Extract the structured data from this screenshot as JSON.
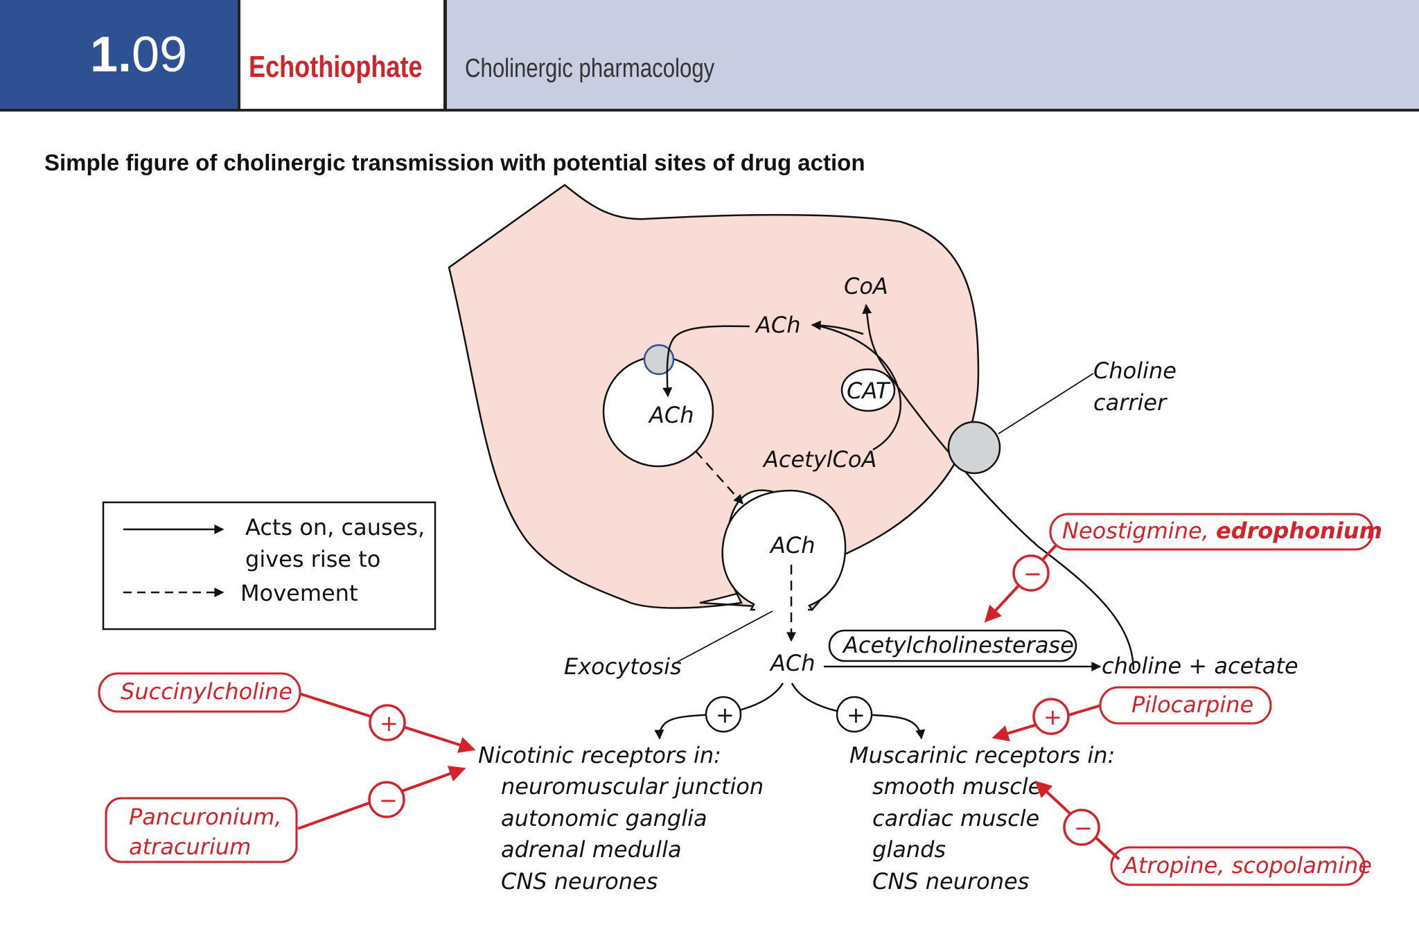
{
  "header": {
    "number_major": "1.",
    "number_minor": "09",
    "drug": "Echothiophate",
    "category": "Cholinergic pharmacology"
  },
  "subtitle": "Simple figure of cholinergic transmission with potential sites of drug action",
  "colors": {
    "header_blue": "#2d5192",
    "header_lavender": "#c9cde2",
    "accent_red": "#d4222a",
    "neuron_fill": "#f9dcd6",
    "carrier_grey": "#d2d3d5"
  },
  "legend": {
    "solid_line1": "Acts on, causes,",
    "solid_line2": "gives rise to",
    "dashed": "Movement"
  },
  "neuron": {
    "coa": "CoA",
    "ach_top": "ACh",
    "cat": "CAT",
    "acetylcoa": "AcetylCoA",
    "vesicle_ach": "ACh",
    "release_ach": "ACh",
    "choline_carrier_line1": "Choline",
    "choline_carrier_line2": "carrier"
  },
  "synapse": {
    "exocytosis": "Exocytosis",
    "ach": "ACh",
    "enzyme": "Acetylcholinesterase",
    "products": "choline + acetate"
  },
  "nicotinic": {
    "heading": "Nicotinic receptors in:",
    "items": [
      "neuromuscular junction",
      "autonomic ganglia",
      "adrenal medulla",
      "CNS neurones"
    ]
  },
  "muscarinic": {
    "heading": "Muscarinic receptors in:",
    "items": [
      "smooth muscle",
      "cardiac muscle",
      "glands",
      "CNS neurones"
    ]
  },
  "drugs": {
    "neostigmine": "Neostigmine, ",
    "edrophonium": "edrophonium",
    "succinylcholine": "Succinylcholine",
    "pancuronium_line1": "Pancuronium,",
    "pancuronium_line2": "atracurium",
    "pilocarpine": "Pilocarpine",
    "atropine": "Atropine, scopolamine"
  },
  "signs": {
    "plus": "+",
    "minus": "−"
  }
}
